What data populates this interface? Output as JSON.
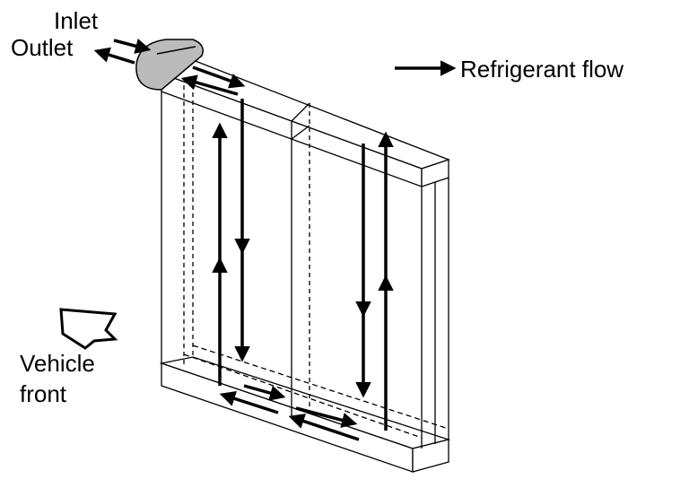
{
  "labels": {
    "inlet": "Inlet",
    "outlet": "Outlet",
    "legend": "Refrigerant flow",
    "vehicle_front_line1": "Vehicle",
    "vehicle_front_line2": "front"
  },
  "colors": {
    "line": "#000000",
    "background": "#ffffff"
  }
}
